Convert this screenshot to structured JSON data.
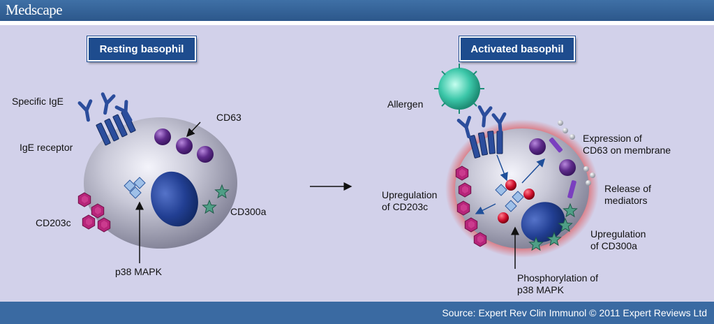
{
  "header": {
    "brand": "Medscape"
  },
  "resting_panel": {
    "title": "Resting basophil",
    "labels": {
      "specific_ige": "Specific IgE",
      "ige_receptor": "IgE receptor",
      "cd63": "CD63",
      "cd203c": "CD203c",
      "cd300a": "CD300a",
      "p38_mapk": "p38 MAPK"
    }
  },
  "activated_panel": {
    "title": "Activated basophil",
    "labels": {
      "allergen": "Allergen",
      "expression_cd63_line1": "Expression of",
      "expression_cd63_line2": "CD63 on membrane",
      "release_line1": "Release of",
      "release_line2": "mediators",
      "upreg_cd203c_line1": "Upregulation",
      "upreg_cd203c_line2": "of CD203c",
      "upreg_cd300a_line1": "Upregulation",
      "upreg_cd300a_line2": "of CD300a",
      "phospho_line1": "Phosphorylation of",
      "phospho_line2": "p38 MAPK"
    }
  },
  "footer": {
    "source": "Source: Expert Rev Clin Immunol © 2011 Expert Reviews Ltd"
  },
  "colors": {
    "header_blue": "#2f5d95",
    "panel_background": "#d2d1ea",
    "title_box_blue": "#1e4c8e",
    "cell_gray": "#b8b8c8",
    "nucleus_blue": "#1d3f8f",
    "cd63_purple": "#5b2a86",
    "cd203c_magenta": "#b6257a",
    "cd300a_green": "#4f9e86",
    "receptor_blue": "#2b4d9c",
    "mediator_red": "#c8102e",
    "allergen_teal": "#3cc7a9",
    "activation_glow": "#e04a4a"
  }
}
